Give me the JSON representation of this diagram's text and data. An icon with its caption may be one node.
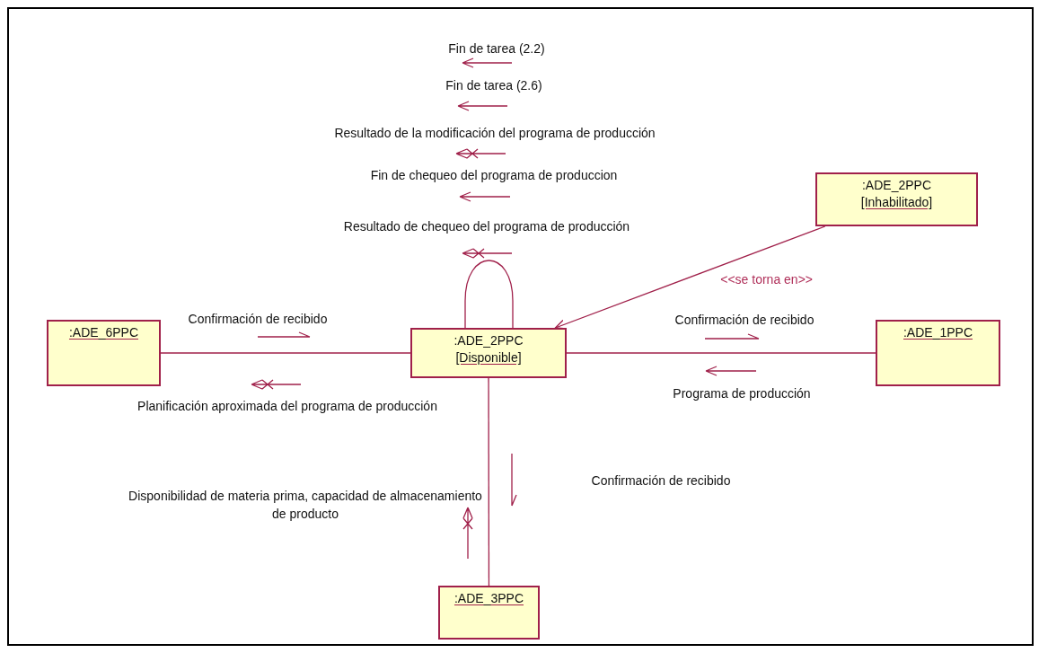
{
  "diagram": {
    "nodes": [
      {
        "text": [
          ":ADE_2PPC",
          "[Inhabilitado]"
        ]
      },
      {
        "text": [
          ":ADE_6PPC"
        ]
      },
      {
        "text": [
          ":ADE_2PPC",
          "[Disponible]"
        ]
      },
      {
        "text": [
          ":ADE_1PPC"
        ]
      },
      {
        "text": [
          ":ADE_3PPC"
        ]
      }
    ],
    "edges": [
      {
        "from": 1,
        "to": 2,
        "arrow": "none"
      },
      {
        "from": 2,
        "to": 3,
        "arrow": "none"
      },
      {
        "from": 2,
        "to": 4,
        "arrow": "none"
      },
      {
        "from": 2,
        "to": 2,
        "arrow": "none"
      },
      {
        "from": 0,
        "to": 2,
        "arrow": "to",
        "label": "<<se torna en>>"
      }
    ],
    "labels": [
      "Fin de tarea (2.2)",
      "Fin de tarea (2.6)",
      "Resultado de la modificación del programa de producción",
      "Fin de chequeo del programa de produccion",
      "Resultado de chequeo del programa de producción",
      "Confirmación de recibido",
      "Confirmación de recibido",
      "Planificación aproximada del programa de producción",
      "Programa de producción",
      "Confirmación de recibido",
      "Disponibilidad de materia prima, capacidad de almacenamiento de producto"
    ]
  }
}
